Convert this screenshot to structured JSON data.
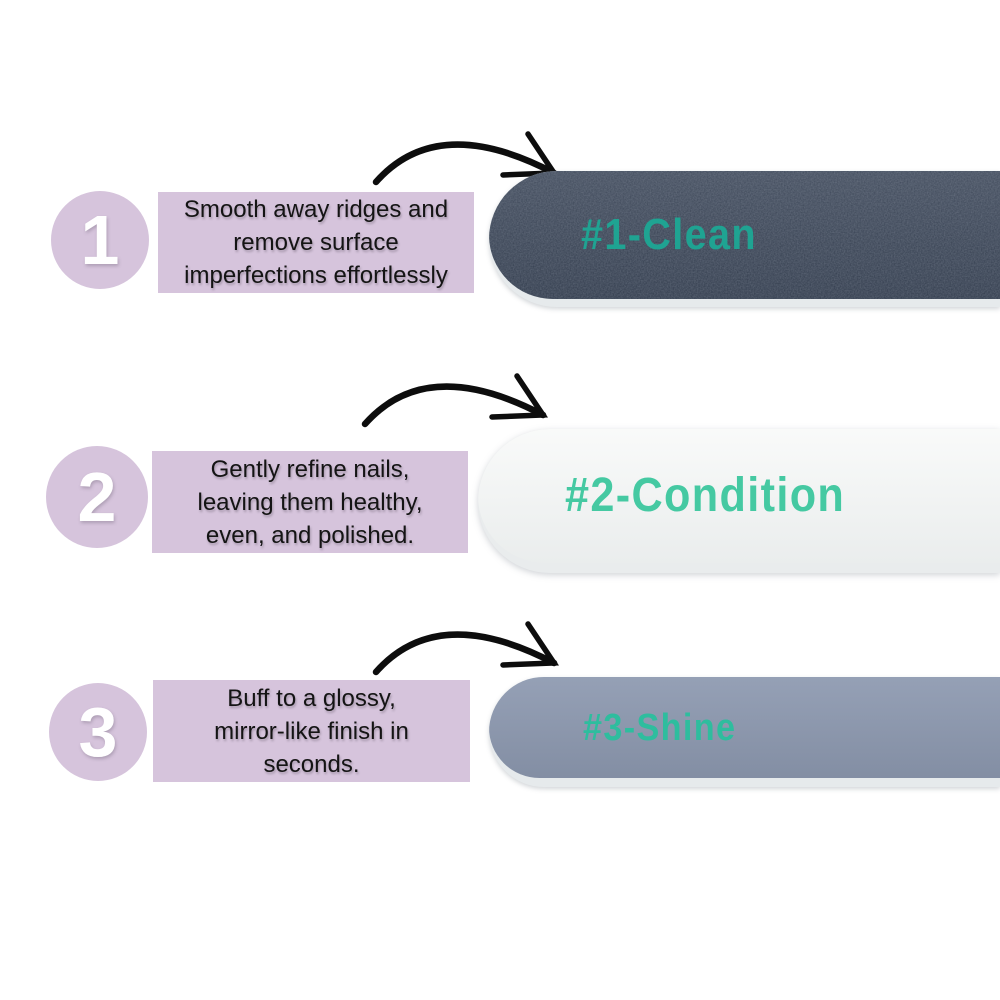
{
  "steps": [
    {
      "number": "1",
      "description": "Smooth away ridges and\nremove surface\nimperfections effortlessly",
      "file_label": "#1-Clean",
      "file_color": "#333e50",
      "file_label_color": "#1fa392"
    },
    {
      "number": "2",
      "description": "Gently refine nails,\nleaving them healthy,\neven, and polished.",
      "file_label": "#2-Condition",
      "file_color": "#f3f5f4",
      "file_label_color": "#45c9a2"
    },
    {
      "number": "3",
      "description": "Buff to a glossy,\nmirror-like finish in\nseconds.",
      "file_label": "#3-Shine",
      "file_color": "#8d99b0",
      "file_label_color": "#2ebd9e"
    }
  ],
  "colors": {
    "background": "#ffffff",
    "badge_and_box_lavender": "#d6c4dc",
    "step_text": "#141414",
    "digit_white": "#ffffff",
    "arrow_black": "#0d0d0d",
    "file_edge_light": "#e6eaec"
  },
  "icons": {
    "arrow": "curved-arrow pointing down-right"
  }
}
